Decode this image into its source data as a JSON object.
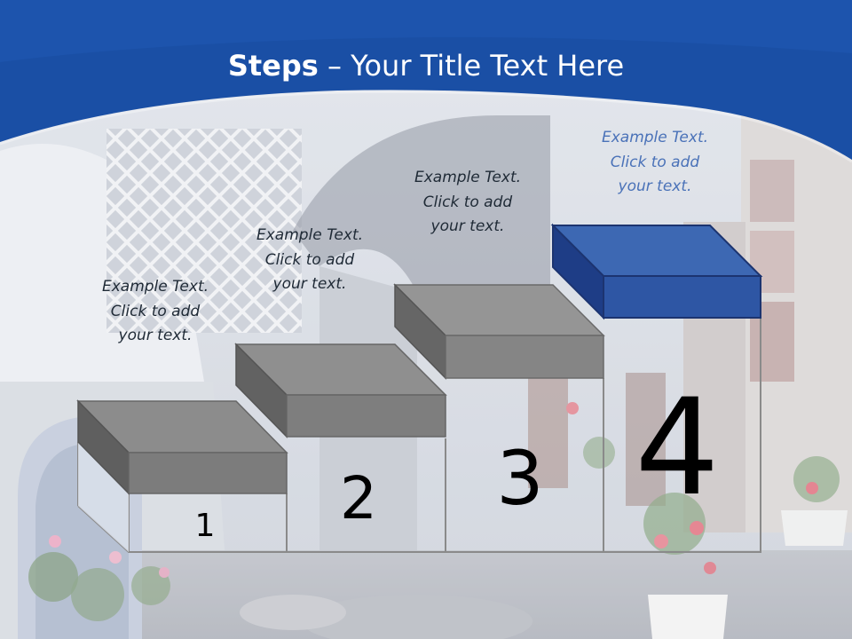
{
  "slide": {
    "title_bold": "Steps",
    "title_rest": " – Your Title Text Here",
    "colors": {
      "header_blue": "#1a4fa5",
      "step_gray": "#8c8c8c",
      "step_blue": "#2e56a4"
    }
  },
  "steps": [
    {
      "number": "1",
      "caption": [
        "Example Text.",
        "Click  to add",
        "your text."
      ]
    },
    {
      "number": "2",
      "caption": [
        "Example Text.",
        "Click  to add",
        "your text."
      ]
    },
    {
      "number": "3",
      "caption": [
        "Example Text.",
        "Click  to add",
        "your text."
      ]
    },
    {
      "number": "4",
      "caption": [
        "Example Text.",
        "Click  to add",
        "your text."
      ]
    }
  ]
}
